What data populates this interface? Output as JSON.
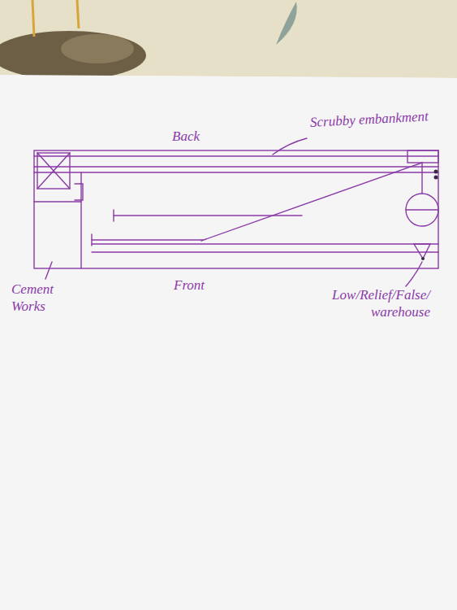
{
  "diagram": {
    "labels": [
      "Back",
      "Scrubby embankment",
      "Cement Works",
      "Front",
      "Low/Relief/False/ warehouse"
    ]
  }
}
